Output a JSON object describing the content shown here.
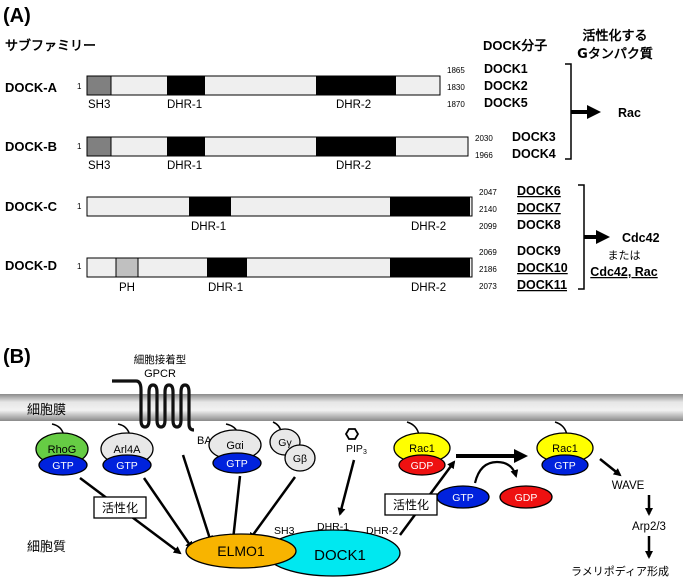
{
  "panel_a": {
    "label": "(A)",
    "header_subfamily": "サブファミリー",
    "header_molecule": "DOCK分子",
    "header_gprotein_line1": "活性化する",
    "header_gprotein_line2": "Gタンパク質",
    "start_residue": "1",
    "rows": [
      {
        "name": "DOCK-A",
        "domains": [
          {
            "label": "SH3",
            "type": "SH3"
          },
          {
            "label": "DHR-1",
            "type": "DHR"
          },
          {
            "label": "DHR-2",
            "type": "DHR"
          }
        ],
        "members": [
          {
            "name": "DOCK1",
            "length": "1865",
            "underline": false
          },
          {
            "name": "DOCK2",
            "length": "1830",
            "underline": false
          },
          {
            "name": "DOCK5",
            "length": "1870",
            "underline": false
          }
        ]
      },
      {
        "name": "DOCK-B",
        "domains": [
          {
            "label": "SH3",
            "type": "SH3"
          },
          {
            "label": "DHR-1",
            "type": "DHR"
          },
          {
            "label": "DHR-2",
            "type": "DHR"
          }
        ],
        "members": [
          {
            "name": "DOCK3",
            "length": "2030",
            "underline": false
          },
          {
            "name": "DOCK4",
            "length": "1966",
            "underline": false
          }
        ]
      },
      {
        "name": "DOCK-C",
        "domains": [
          {
            "label": "DHR-1",
            "type": "DHR"
          },
          {
            "label": "DHR-2",
            "type": "DHR"
          }
        ],
        "members": [
          {
            "name": "DOCK6",
            "length": "2047",
            "underline": true
          },
          {
            "name": "DOCK7",
            "length": "2140",
            "underline": true
          },
          {
            "name": "DOCK8",
            "length": "2099",
            "underline": false
          }
        ]
      },
      {
        "name": "DOCK-D",
        "domains": [
          {
            "label": "PH",
            "type": "PH"
          },
          {
            "label": "DHR-1",
            "type": "DHR"
          },
          {
            "label": "DHR-2",
            "type": "DHR"
          }
        ],
        "members": [
          {
            "name": "DOCK9",
            "length": "2069",
            "underline": false
          },
          {
            "name": "DOCK10",
            "length": "2186",
            "underline": true
          },
          {
            "name": "DOCK11",
            "length": "2073",
            "underline": true
          }
        ]
      }
    ],
    "targets": [
      {
        "label": "Rac"
      },
      {
        "label": "Cdc42",
        "or": "または",
        "alt": "Cdc42, Rac"
      }
    ]
  },
  "panel_b": {
    "label": "(B)",
    "membrane_label": "細胞膜",
    "cytoplasm_label": "細胞質",
    "gpcr_label_line1": "細胞接着型",
    "gpcr_label_line2": "GPCR",
    "bai_label": "BAI",
    "rhog": "RhoG",
    "arl4a": "Arl4A",
    "gai": "Gαi",
    "gg": "Gγ",
    "gb": "Gβ",
    "pip3": "PIP",
    "pip3_sub": "3",
    "gtp": "GTP",
    "gdp": "GDP",
    "rac1": "Rac1",
    "elmo1": "ELMO1",
    "dock1": "DOCK1",
    "sh3": "SH3",
    "dhr1": "DHR-1",
    "dhr2": "DHR-2",
    "activation": "活性化",
    "wave": "WAVE",
    "arp": "Arp2/3",
    "lamellipodia": "ラメリポディア形成"
  },
  "colors": {
    "sh3": "#808080",
    "ph": "#c0c0c0",
    "dhr": "#000000",
    "body": "#efefef",
    "rhog": "#66cc44",
    "gtp": "#0022dd",
    "gdp": "#ee1111",
    "rac1": "#ffff00",
    "elmo1": "#f8b400",
    "dock1": "#00e8f0",
    "neutral": "#e8e8e8"
  }
}
